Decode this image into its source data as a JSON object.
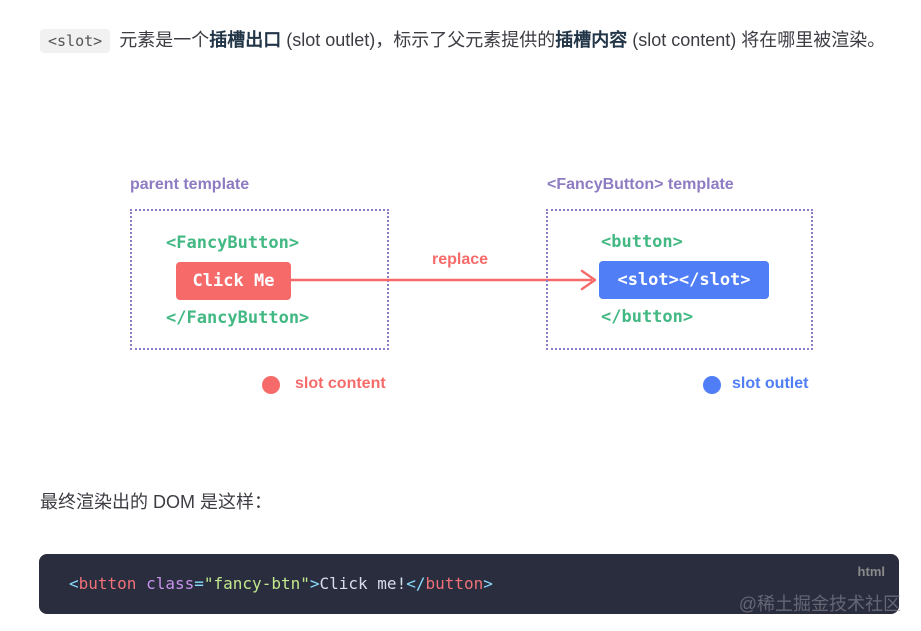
{
  "intro": {
    "code": "<slot>",
    "t1": " 元素是一个",
    "b1": "插槽出口",
    "t2": " (slot outlet)，标示了父元素提供的",
    "b2": "插槽内容",
    "t3": " (slot content) 将在哪里被渲染。"
  },
  "diagram": {
    "parent_title": "parent template",
    "child_title": "<FancyButton> template",
    "parent_open": "<FancyButton>",
    "parent_content": "Click Me",
    "parent_close": "</FancyButton>",
    "arrow_label": "replace",
    "child_open": "<button>",
    "child_slot": "<slot></slot>",
    "child_close": "</button>",
    "legend_content": "slot content",
    "legend_outlet": "slot outlet",
    "colors": {
      "purple": "#8e7cc3",
      "green": "#42b883",
      "red": "#f66a6a",
      "blue": "#4f7ef7"
    }
  },
  "outro": {
    "text": "最终渲染出的 DOM 是这样："
  },
  "code_block": {
    "lang": "html",
    "open_lt": "<",
    "tag": "button",
    "attr": "class",
    "eq": "=",
    "value": "\"fancy-btn\"",
    "gt": ">",
    "content": "Click me!",
    "close_lt": "</",
    "close_tag": "button",
    "close_gt": ">"
  },
  "watermark": "@稀土掘金技术社区"
}
